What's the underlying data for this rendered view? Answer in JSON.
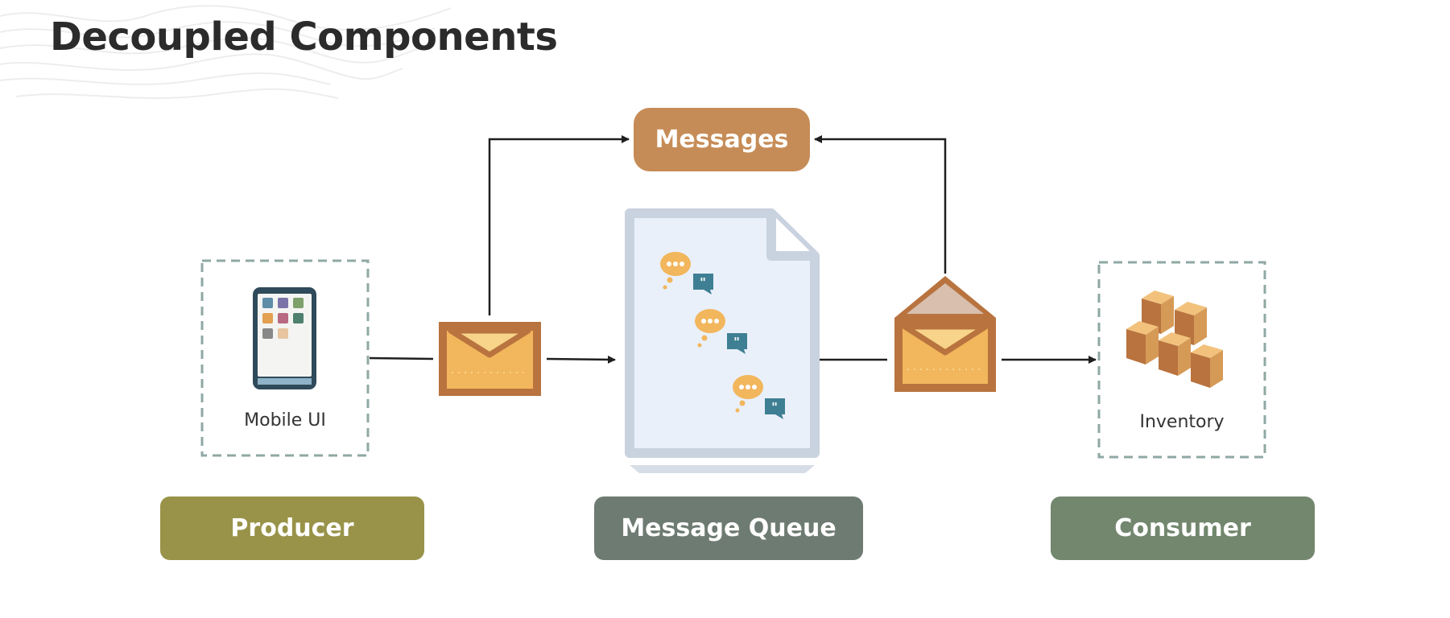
{
  "title": "Decoupled Components",
  "messages_label": "Messages",
  "producer": {
    "label": "Producer",
    "box_caption": "Mobile UI",
    "icon": "mobile-phone-icon"
  },
  "queue": {
    "label": "Message Queue",
    "icon": "document-with-chat-bubbles-icon"
  },
  "consumer": {
    "label": "Consumer",
    "box_caption": "Inventory",
    "icon": "boxes-icon"
  },
  "envelopes": [
    "closed-envelope-icon",
    "open-envelope-icon"
  ],
  "colors": {
    "messages": "#c68c57",
    "producer": "#989348",
    "queue": "#6e7b72",
    "consumer": "#72876e",
    "envelope": "#b8733f",
    "envelope_inner": "#f2b65c",
    "box_border": "#8fa8a4"
  }
}
